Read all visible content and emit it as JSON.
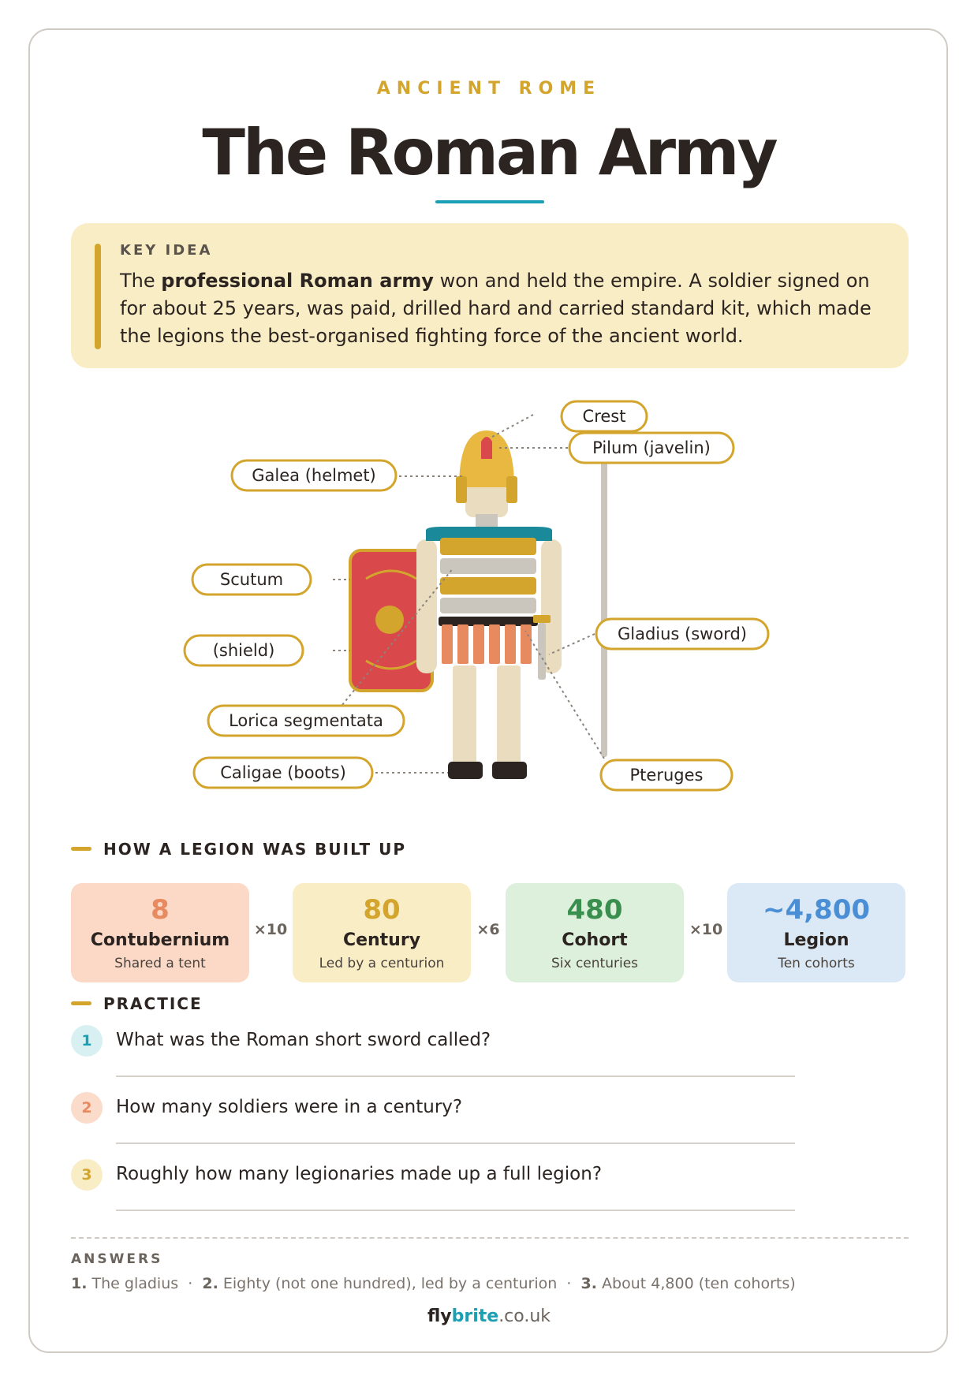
{
  "header": {
    "kicker": "ANCIENT ROME",
    "title": "The Roman Army"
  },
  "key_idea": {
    "label": "KEY IDEA",
    "text_before": "The ",
    "text_bold": "professional Roman army",
    "text_after": " won and held the empire. A soldier signed on for about 25 years, was paid, drilled hard and carried standard kit, which made the legions the best-organised fighting force of the ancient world."
  },
  "diagram": {
    "labels": {
      "crest": "Crest",
      "pilum": "Pilum (javelin)",
      "galea": "Galea (helmet)",
      "scutum": "Scutum",
      "shield": "(shield)",
      "gladius": "Gladius (sword)",
      "lorica": "Lorica segmentata",
      "caligae": "Caligae (boots)",
      "pteruges": "Pteruges"
    },
    "colors": {
      "gold": "#d4a52d",
      "red": "#d9484b",
      "teal": "#1a8a9a",
      "skin": "#e9dcbf",
      "grey": "#cbc6bd",
      "orange": "#e88a5f",
      "dark": "#2b2420"
    }
  },
  "legion": {
    "heading": "HOW A LEGION WAS BUILT UP",
    "cards": [
      {
        "number": "8",
        "name": "Contubernium",
        "sub": "Shared a tent",
        "bg": "#fbd9c6",
        "accent": "#e88a5f"
      },
      {
        "number": "80",
        "name": "Century",
        "sub": "Led by a centurion",
        "bg": "#f9edc6",
        "accent": "#d4a52d"
      },
      {
        "number": "480",
        "name": "Cohort",
        "sub": "Six centuries",
        "bg": "#ddf0dc",
        "accent": "#3a8f4e"
      },
      {
        "number": "~4,800",
        "name": "Legion",
        "sub": "Ten cohorts",
        "bg": "#dbe9f6",
        "accent": "#4a8fd6"
      }
    ],
    "multipliers": [
      "×10",
      "×6",
      "×10"
    ]
  },
  "practice": {
    "heading": "PRACTICE",
    "questions": [
      {
        "n": "1",
        "text": "What was the Roman short sword called?",
        "bg": "#d8f0f2",
        "fg": "#1a9fb3"
      },
      {
        "n": "2",
        "text": "How many soldiers were in a century?",
        "bg": "#fbdccb",
        "fg": "#e88a5f"
      },
      {
        "n": "3",
        "text": "Roughly how many legionaries made up a full legion?",
        "bg": "#f9edc6",
        "fg": "#d4a52d"
      }
    ]
  },
  "answers": {
    "heading": "ANSWERS",
    "items": [
      {
        "n": "1.",
        "text": "The gladius"
      },
      {
        "n": "2.",
        "text": "Eighty (not one hundred), led by a centurion"
      },
      {
        "n": "3.",
        "text": "About 4,800 (ten cohorts)"
      }
    ],
    "separator": "·"
  },
  "footer": {
    "fly": "fly",
    "brite": "brite",
    "domain": ".co.uk"
  }
}
